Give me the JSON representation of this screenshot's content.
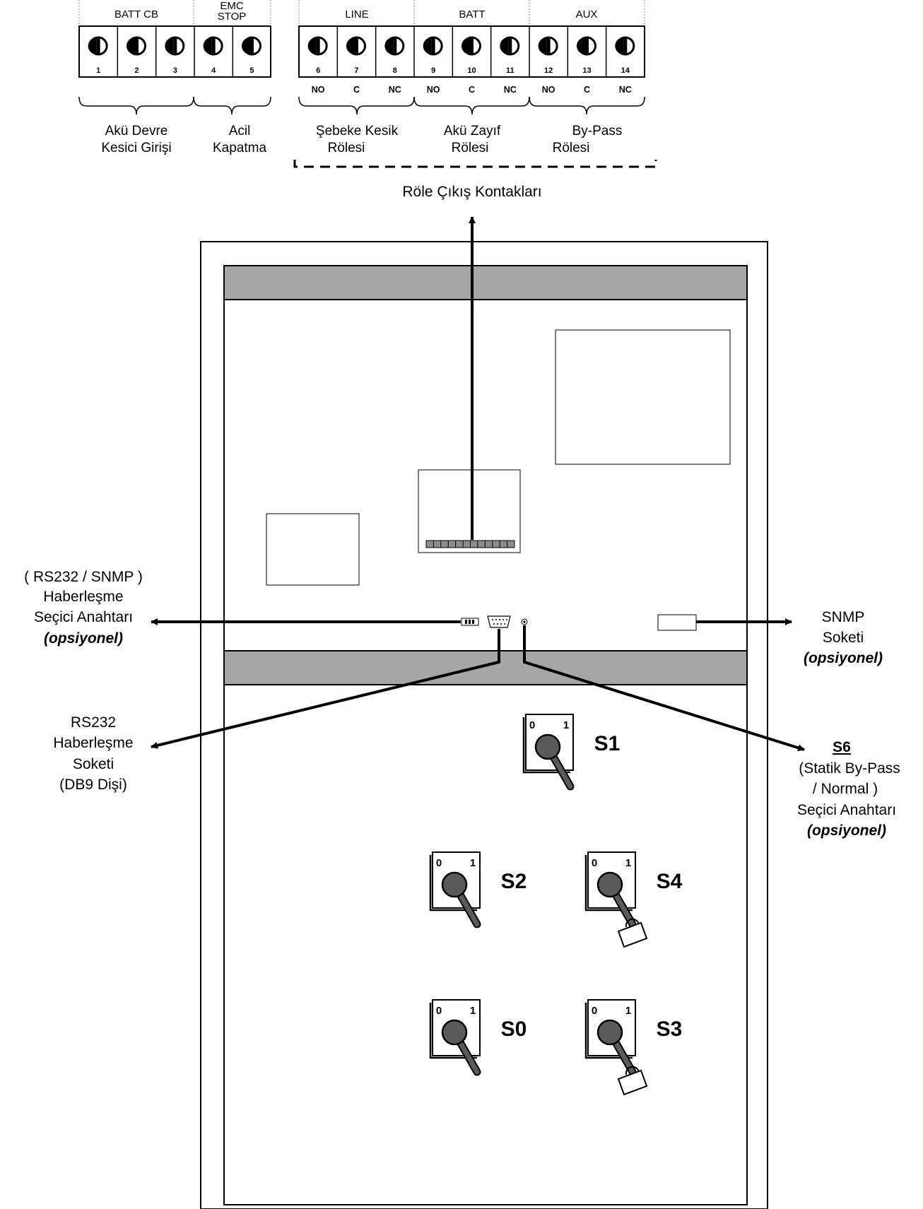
{
  "terminal_block_left": {
    "headers": {
      "batt_cb": "BATT  CB",
      "emc_stop_1": "EMC",
      "emc_stop_2": "STOP"
    },
    "pins": [
      "1",
      "2",
      "3",
      "4",
      "5"
    ],
    "groups": [
      {
        "line1": "Akü Devre",
        "line2": "Kesici Girişi"
      },
      {
        "line1": "Acil",
        "line2": "Kapatma"
      }
    ]
  },
  "terminal_block_right": {
    "headers": [
      "LINE",
      "BATT",
      "AUX"
    ],
    "pins": [
      "6",
      "7",
      "8",
      "9",
      "10",
      "11",
      "12",
      "13",
      "14"
    ],
    "contacts": [
      "NO",
      "C",
      "NC",
      "NO",
      "C",
      "NC",
      "NO",
      "C",
      "NC"
    ],
    "groups": [
      {
        "line1": "Şebeke Kesik",
        "line2": "Rölesi"
      },
      {
        "line1": "Akü Zayıf",
        "line2": "Rölesi"
      },
      {
        "line1": "By-Pass",
        "line2": "Rölesi"
      }
    ]
  },
  "relay_outputs_label": "Röle Çıkış Kontakları",
  "callouts": {
    "comm_selector": {
      "line1": "( RS232 / SNMP )",
      "line2": "Haberleşme",
      "line3": "Seçici Anahtarı",
      "optional": "(opsiyonel)"
    },
    "snmp_socket": {
      "line1": "SNMP",
      "line2": "Soketi",
      "optional": "(opsiyonel)"
    },
    "rs232_socket": {
      "line1": "RS232",
      "line2": "Haberleşme",
      "line3": "Soketi",
      "line4": "(DB9  Dişi)"
    },
    "s6": {
      "title": "S6",
      "line1": "(Statik By-Pass",
      "line2": "/ Normal )",
      "line3": "Seçici Anahtarı",
      "optional": "(opsiyonel)"
    }
  },
  "switches": [
    {
      "name": "S1",
      "pos0": "0",
      "pos1": "1",
      "lock": false
    },
    {
      "name": "S2",
      "pos0": "0",
      "pos1": "1",
      "lock": false
    },
    {
      "name": "S4",
      "pos0": "0",
      "pos1": "1",
      "lock": true
    },
    {
      "name": "S0",
      "pos0": "0",
      "pos1": "1",
      "lock": false
    },
    {
      "name": "S3",
      "pos0": "0",
      "pos1": "1",
      "lock": true
    }
  ],
  "colors": {
    "line": "#000000",
    "panel_band": "#a6a6a6",
    "knob": "#5a5a5a",
    "terminal_strip": "#8c8c8c"
  }
}
